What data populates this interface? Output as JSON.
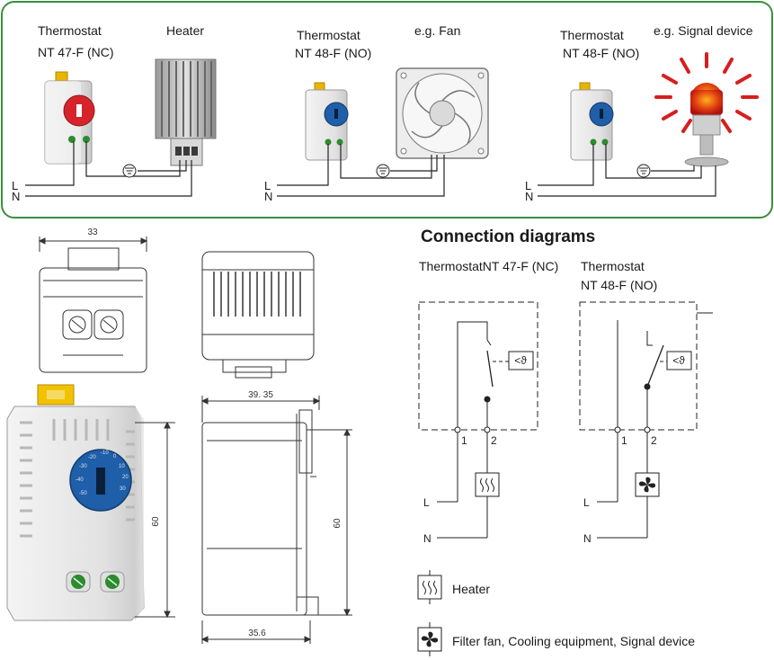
{
  "top_panel": {
    "border_color": "#3a8f3a",
    "groups": [
      {
        "device_title": "Thermostat",
        "device_model": "NT 47-F (NC)",
        "load_label": "Heater",
        "dial_color": "#d6232c"
      },
      {
        "device_title": "Thermostat",
        "device_model": "NT 48-F (NO)",
        "load_label": "e.g. Fan",
        "dial_color": "#1f5ea8"
      },
      {
        "device_title": "Thermostat",
        "device_model": "NT 48-F (NO)",
        "load_label": "e.g. Signal device",
        "dial_color": "#1f5ea8"
      }
    ],
    "line_labels": {
      "l": "L",
      "n": "N"
    }
  },
  "drawings": {
    "dim_width_top": "33",
    "dim_height_front": "60",
    "dim_depth_top": "39. 35",
    "dim_height_side": "60",
    "dim_depth_bottom": "35.6"
  },
  "connection": {
    "title": "Connection diagrams",
    "nc_caption": "ThermostatNT 47-F (NC)",
    "no_caption_line1": "Thermostat",
    "no_caption_line2": "NT 48-F (NO)",
    "temp_symbol": "<ϑ",
    "terminal_1": "1",
    "terminal_2": "2",
    "line_l": "L",
    "line_n": "N",
    "legend": [
      {
        "icon": "heater-icon",
        "label": "Heater"
      },
      {
        "icon": "fan-icon",
        "label": "Filter fan, Cooling equipment, Signal device"
      }
    ]
  }
}
